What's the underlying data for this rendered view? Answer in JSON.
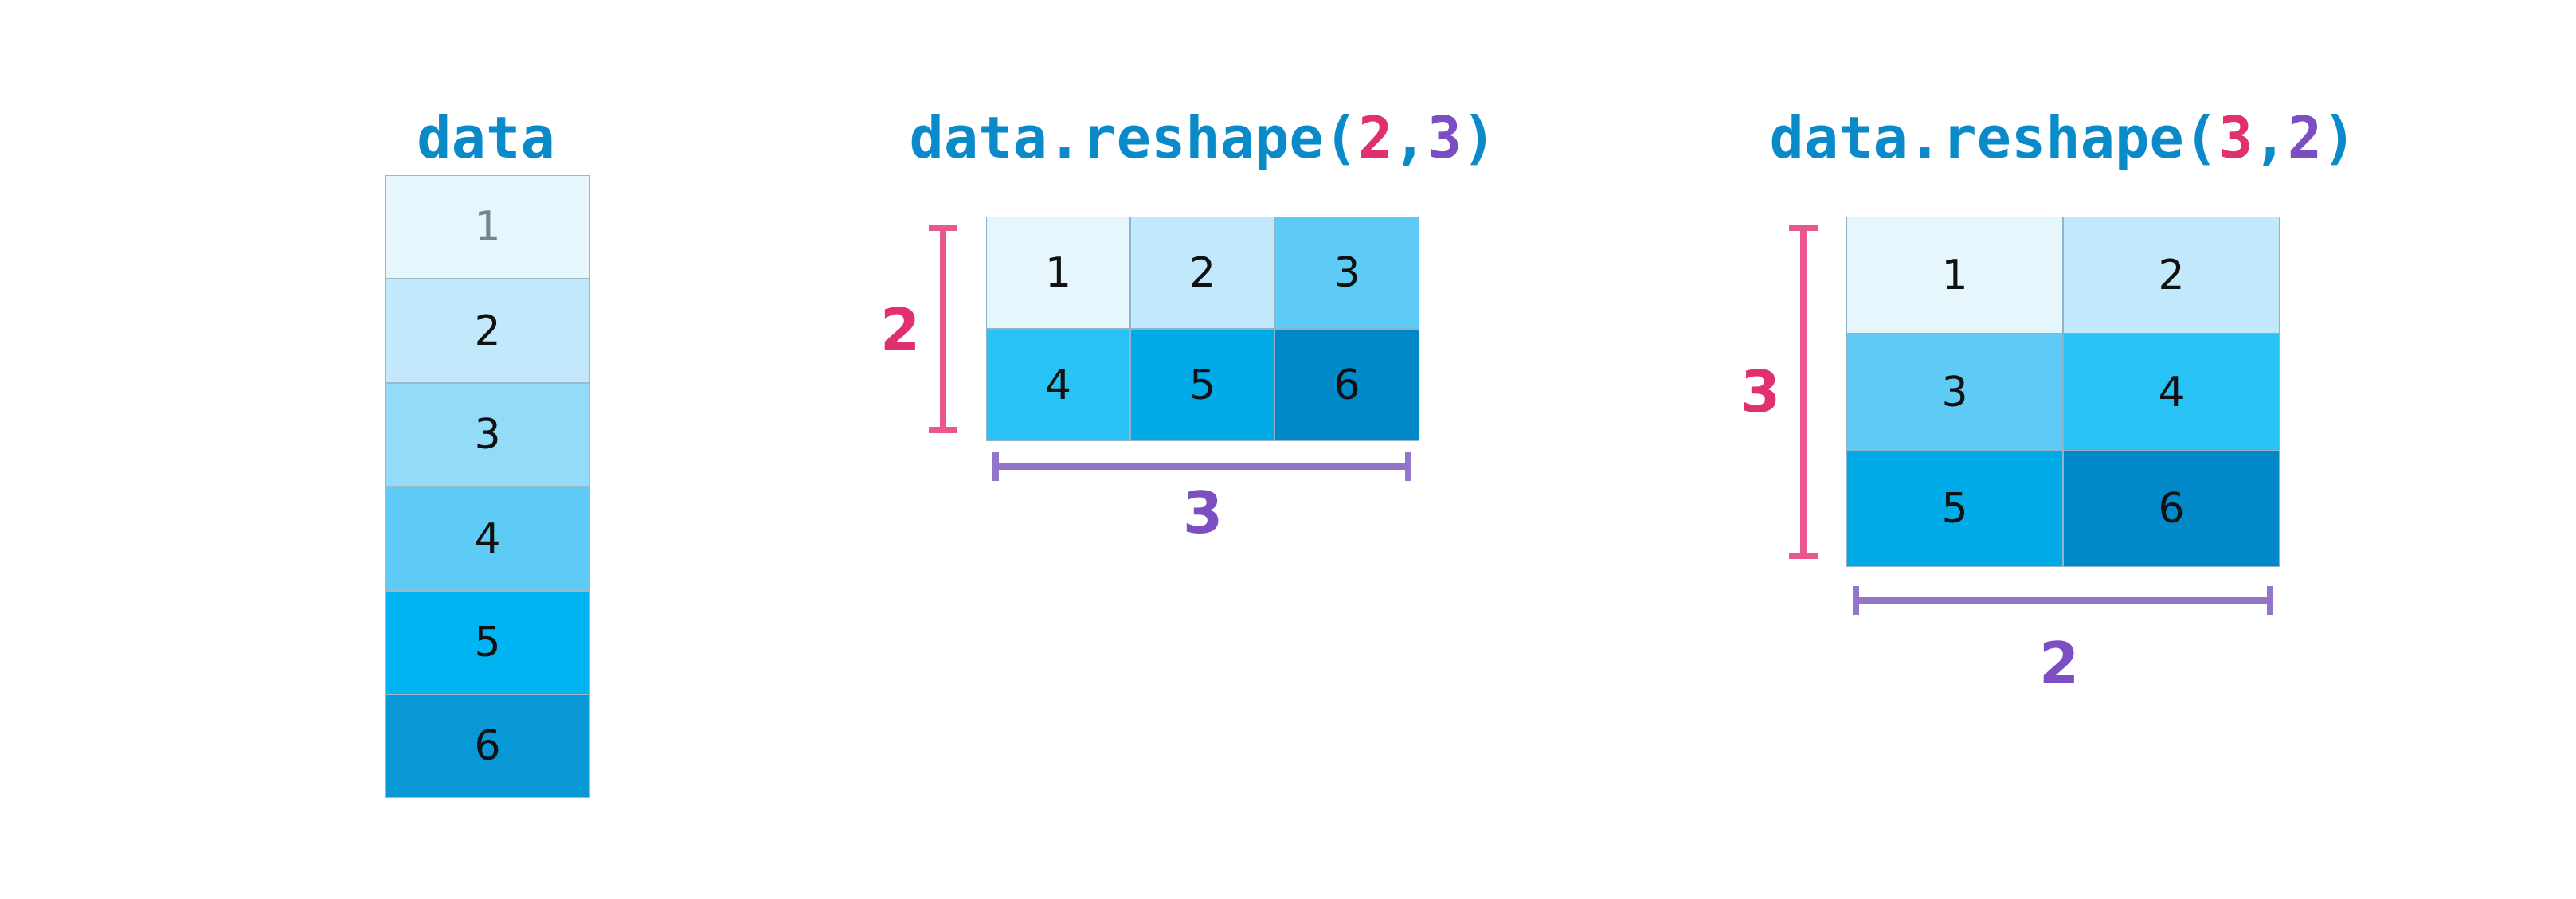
{
  "colors": {
    "title_blue": "#0b8ac9",
    "rows_pink": "#e0306f",
    "cols_purple": "#7b4fc1",
    "bracket_pink": "#e9578e",
    "bracket_purple": "#9274c8",
    "faded_text": "#6f8794",
    "shade_1": "#e6f6fd",
    "shade_2": "#c2e9fb",
    "shade_3": "#93dbf7",
    "shade_4": "#5ecbf6",
    "shade_5": "#00b4f1",
    "shade_6": "#0898d6",
    "grid_shade_4": "#28c2f4",
    "grid_shade_5": "#00aae6",
    "grid_shade_6": "#0088c8"
  },
  "left": {
    "title": "data",
    "values": [
      "1",
      "2",
      "3",
      "4",
      "5",
      "6"
    ]
  },
  "middle": {
    "title_prefix": "data.reshape(",
    "title_arg1": "2",
    "title_comma": ",",
    "title_arg2": "3",
    "title_suffix": ")",
    "rows_label": "2",
    "cols_label": "3",
    "values": [
      "1",
      "2",
      "3",
      "4",
      "5",
      "6"
    ]
  },
  "right": {
    "title_prefix": "data.reshape(",
    "title_arg1": "3",
    "title_comma": ",",
    "title_arg2": "2",
    "title_suffix": ")",
    "rows_label": "3",
    "cols_label": "2",
    "values": [
      "1",
      "2",
      "3",
      "4",
      "5",
      "6"
    ]
  }
}
